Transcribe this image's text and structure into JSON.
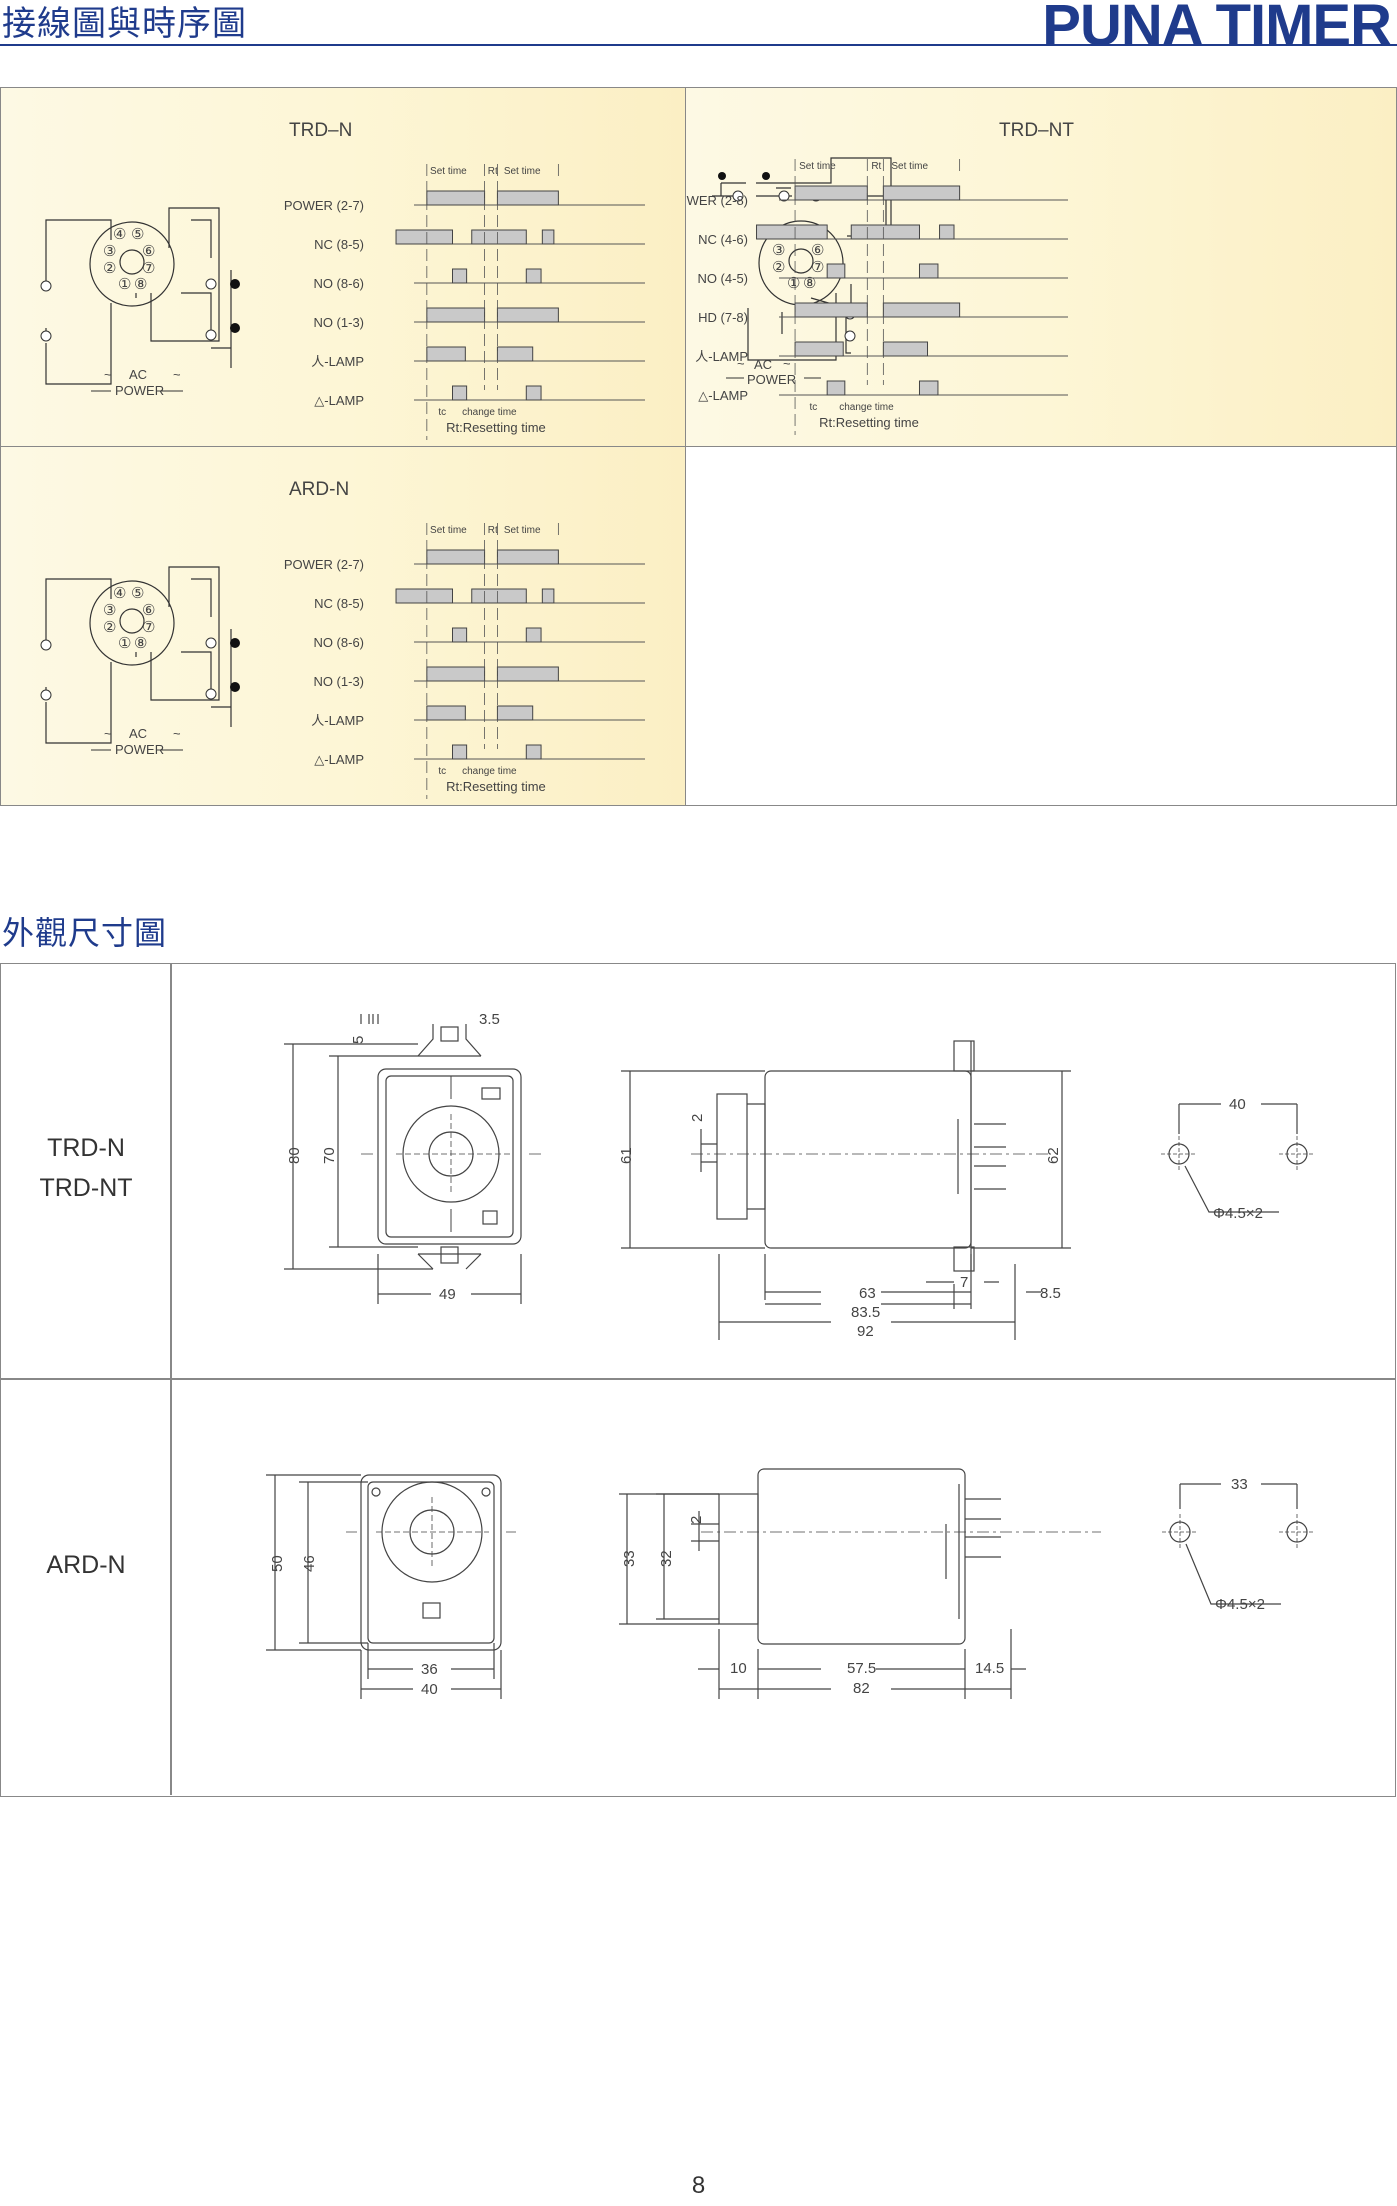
{
  "header": {
    "title": "接線圖與時序圖",
    "brand": "PUNA   TIMER"
  },
  "common": {
    "ac": "AC",
    "power": "POWER",
    "set_time": "Set time",
    "rt": "Rt",
    "tc": "tc",
    "change_time": "change time",
    "resetting": "Rt:Resetting time",
    "tilde": "~",
    "nums": [
      "④",
      "⑤",
      "③",
      "⑥",
      "②",
      "⑦",
      "①",
      "⑧"
    ]
  },
  "panels": [
    {
      "title": "TRD–N",
      "rows": [
        "POWER (2-7)",
        "NC (8-5)",
        "NO (8-6)",
        "NO (1-3)",
        "人-LAMP",
        "△-LAMP"
      ]
    },
    {
      "title": "TRD–NT",
      "rows": [
        "POWER (2-8)",
        "NC (4-6)",
        "NO (4-5)",
        "HD (7-8)",
        "人-LAMP",
        "△-LAMP"
      ]
    },
    {
      "title": "ARD-N",
      "rows": [
        "POWER (2-7)",
        "NC (8-5)",
        "NO (8-6)",
        "NO (1-3)",
        "人-LAMP",
        "△-LAMP"
      ]
    }
  ],
  "section2": {
    "title": "外觀尺寸圖"
  },
  "dimensions": {
    "row1": {
      "labels": [
        "TRD-N",
        "TRD-NT"
      ],
      "front": {
        "d35": "3.5",
        "d5": "5",
        "d80": "80",
        "d70": "70",
        "d49": "49"
      },
      "side": {
        "d61": "61",
        "d2": "2",
        "d62": "62",
        "d7": "7",
        "d63": "63",
        "d85": "8.5",
        "d835": "83.5",
        "d92": "92"
      },
      "mount": {
        "d40": "40",
        "hole": "Φ4.5×2"
      }
    },
    "row2": {
      "labels": [
        "ARD-N"
      ],
      "front": {
        "d50": "50",
        "d46": "46",
        "d36": "36",
        "d40": "40"
      },
      "side": {
        "d33": "33",
        "d32": "32",
        "d2": "2",
        "d10": "10",
        "d575": "57.5",
        "d145": "14.5",
        "d82": "82"
      },
      "mount": {
        "d33": "33",
        "hole": "Φ4.5×2"
      }
    }
  },
  "page_number": "8"
}
